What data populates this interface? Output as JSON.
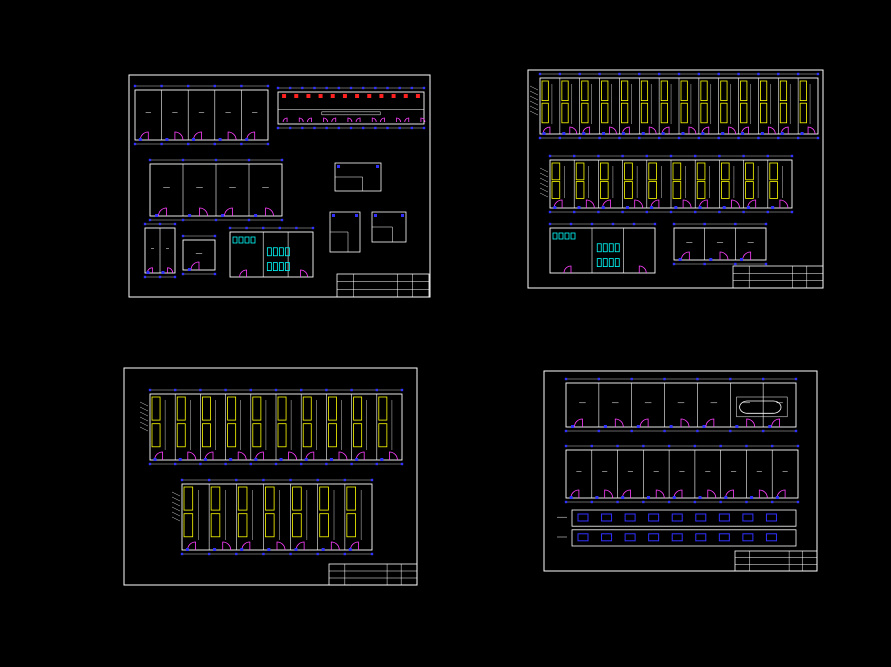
{
  "colors": {
    "background": "#000000",
    "linework": "#ffffff",
    "door_swing": "#ff40ff",
    "dimension": "#3030ff",
    "fixture": "#ffff00",
    "cyan": "#00ffff",
    "red": "#ff2020"
  },
  "sheets": [
    {
      "id": "sheet-top-left",
      "title_block": [
        "",
        "",
        "",
        "",
        ""
      ]
    },
    {
      "id": "sheet-top-right",
      "title_block": [
        "",
        "",
        "",
        "",
        ""
      ]
    },
    {
      "id": "sheet-bottom-left",
      "title_block": [
        "",
        "",
        "",
        "",
        ""
      ]
    },
    {
      "id": "sheet-bottom-right",
      "title_block": [
        "",
        "",
        "",
        "",
        ""
      ]
    }
  ]
}
